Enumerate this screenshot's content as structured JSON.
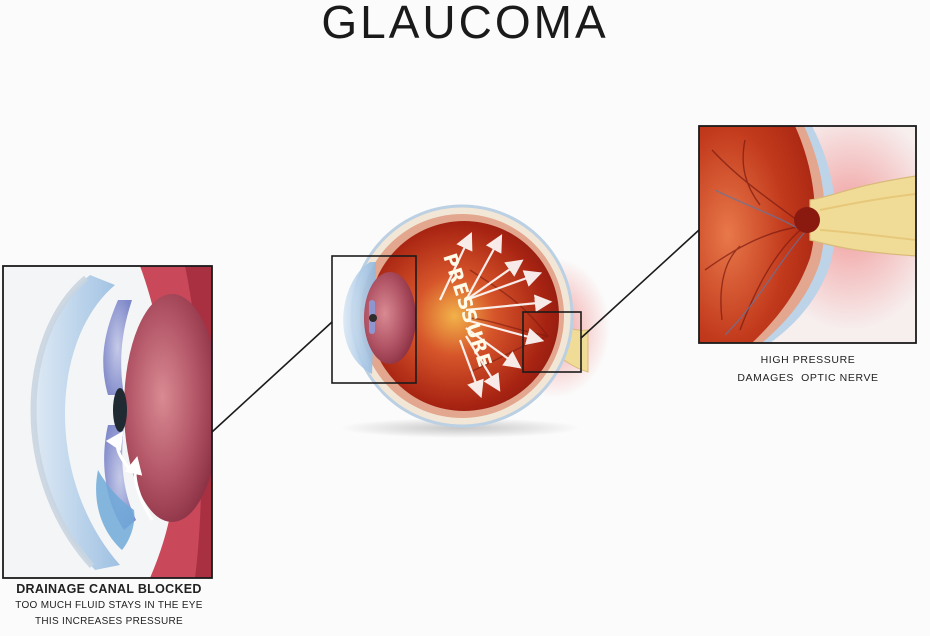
{
  "title": "GLAUCOMA",
  "center_label": "PRESSURE",
  "left_callout": {
    "heading": "DRAINAGE CANAL BLOCKED",
    "lines": [
      "TOO MUCH FLUID STAYS IN THE EYE",
      "THIS INCREASES PRESSURE"
    ]
  },
  "right_callout": {
    "lines": [
      "HIGH PRESSURE",
      "DAMAGES  OPTIC NERVE"
    ]
  },
  "colors": {
    "eye_inner": "#b52a14",
    "eye_outer": "#e2a78e",
    "sclera": "#f2e6d6",
    "cornea_blue": "#8fb7df",
    "lens": "#b25566",
    "iris": "#9aa3d6",
    "nerve": "#f0dc96",
    "frame": "#1b1b1b"
  }
}
